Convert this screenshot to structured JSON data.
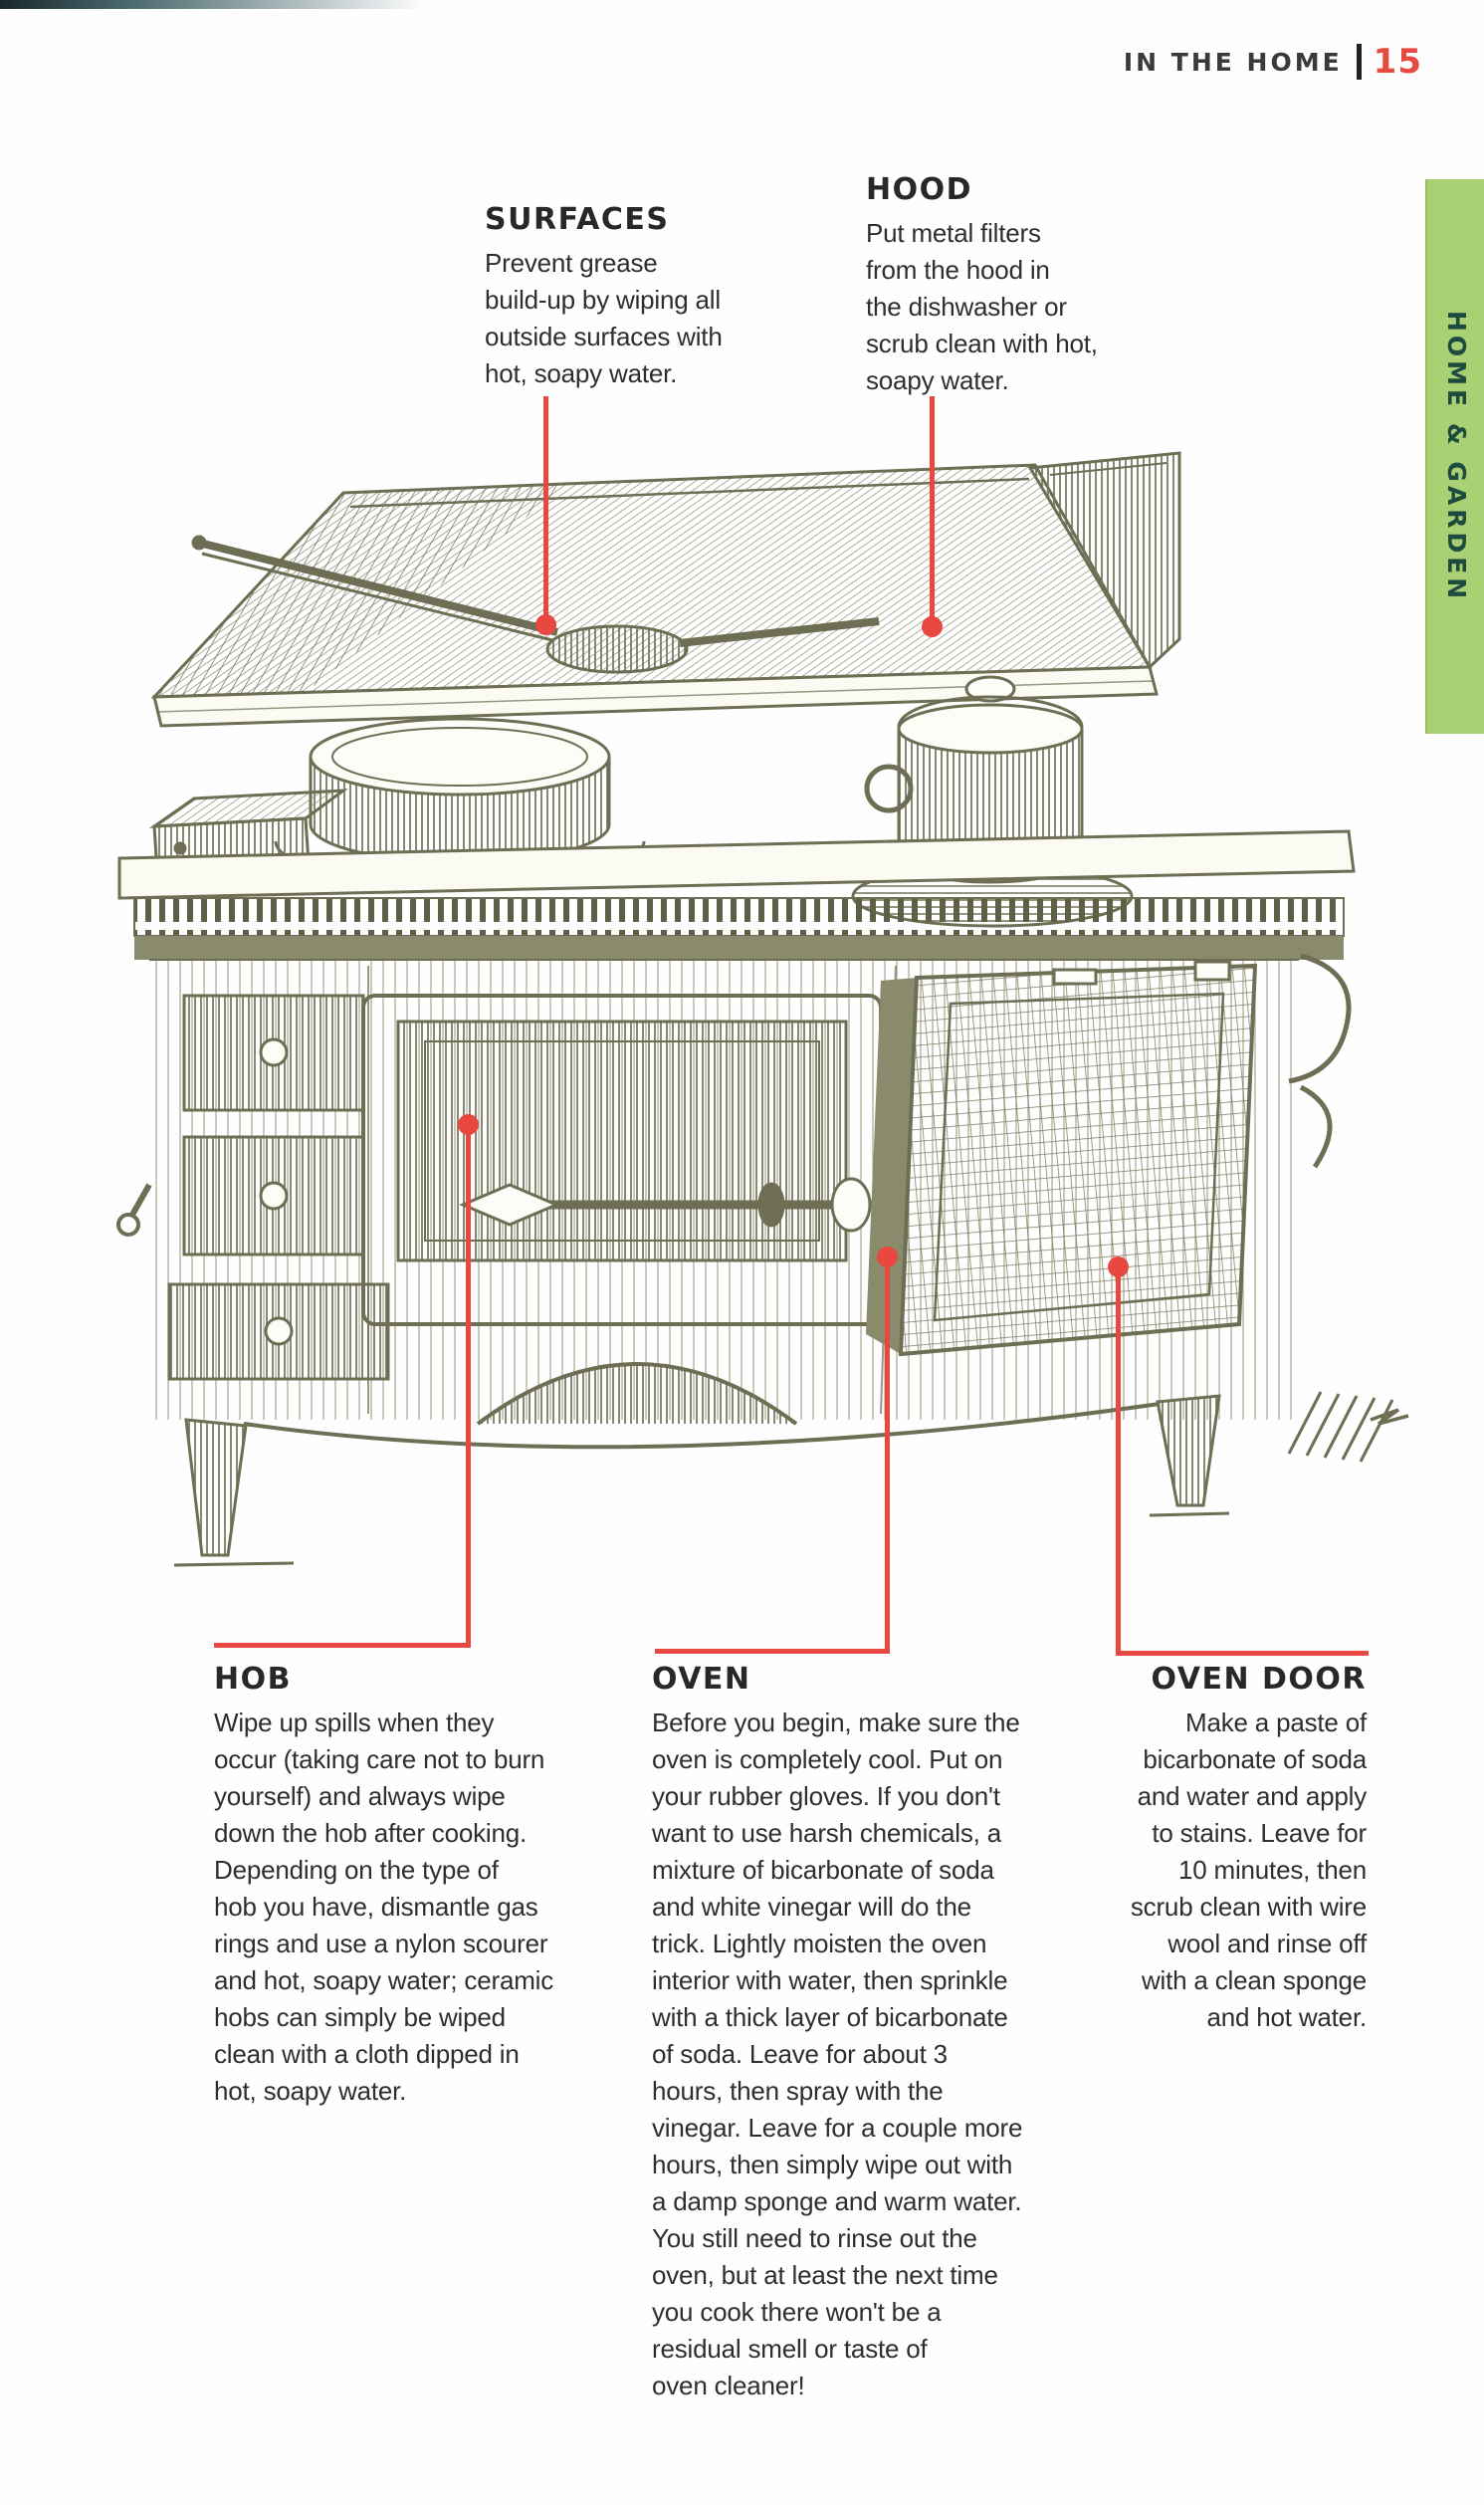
{
  "header": {
    "section": "IN THE HOME",
    "page_number": "15"
  },
  "side_tab": {
    "label": "HOME & GARDEN"
  },
  "callouts": {
    "surfaces": {
      "title": "SURFACES",
      "lines": [
        "Prevent grease",
        "build-up by wiping all",
        "outside surfaces with",
        "hot, soapy water."
      ]
    },
    "hood": {
      "title": "HOOD",
      "lines": [
        "Put metal filters",
        "from the hood in",
        "the dishwasher or",
        "scrub clean with hot,",
        "soapy water."
      ]
    },
    "hob": {
      "title": "HOB",
      "lines": [
        "Wipe up spills when they",
        "occur (taking care not to burn",
        "yourself) and always wipe",
        "down the hob after cooking.",
        "Depending on the type of",
        "hob you have, dismantle gas",
        "rings and use a nylon scourer",
        "and hot, soapy water; ceramic",
        "hobs can simply be wiped",
        "clean with a cloth dipped in",
        "hot, soapy water."
      ]
    },
    "oven": {
      "title": "OVEN",
      "lines": [
        "Before you begin, make sure the",
        "oven is completely cool. Put on",
        "your rubber gloves. If you don't",
        "want to use harsh chemicals, a",
        "mixture of bicarbonate of soda",
        "and white vinegar will do the",
        "trick. Lightly moisten the oven",
        "interior with water, then sprinkle",
        "with a thick layer of bicarbonate",
        "of soda. Leave for about 3",
        "hours, then spray with the",
        "vinegar. Leave for a couple more",
        "hours, then simply wipe out with",
        "a damp sponge and warm water.",
        "You still need to rinse out the",
        "oven, but at least the next time",
        "you cook there won't be a",
        "residual smell or taste of",
        "oven cleaner!"
      ]
    },
    "oven_door": {
      "title": "OVEN DOOR",
      "lines": [
        "Make a paste of",
        "bicarbonate of soda",
        "and water and apply",
        "to stains. Leave for",
        "10 minutes, then",
        "scrub clean with wire",
        "wool and rinse off",
        "with a clean sponge",
        "and hot water."
      ]
    }
  },
  "illustrations": {
    "hood": "extractor-hood-engraving",
    "stove": "antique-kitchen-range-engraving"
  },
  "colors": {
    "accent_red": "#e84840",
    "page_number_red": "#e8493f",
    "tab_green": "#a9d173",
    "tab_text_green": "#1d4b40",
    "engraving_olive": "#6e6e54",
    "heading": "#282828",
    "body_text": "#2e2e2e"
  }
}
